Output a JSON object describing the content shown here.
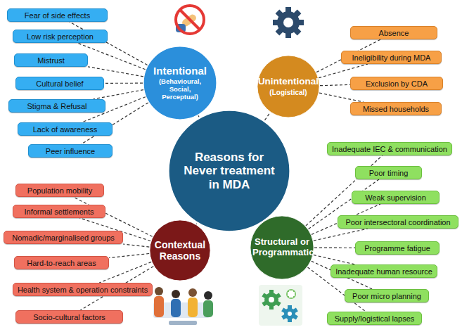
{
  "diagram": {
    "nodes": [
      {
        "text": [
          "Reasons for Never treatment in MDA"
        ]
      },
      {
        "text": [
          "Intentional",
          "(Behavioural, Social, Perceptual)"
        ]
      },
      {
        "text": [
          "Fear of side effects"
        ]
      },
      {
        "text": [
          "Low risk perception"
        ]
      },
      {
        "text": [
          "Mistrust"
        ]
      },
      {
        "text": [
          "Cultural belief"
        ]
      },
      {
        "text": [
          "Stigma & Refusal"
        ]
      },
      {
        "text": [
          "Lack of awareness"
        ]
      },
      {
        "text": [
          "Peer influence"
        ]
      },
      {
        "text": [
          "Unintentional",
          "(Logistical)"
        ]
      },
      {
        "text": [
          "Absence"
        ]
      },
      {
        "text": [
          "Ineligibility during MDA"
        ]
      },
      {
        "text": [
          "Exclusion by CDA"
        ]
      },
      {
        "text": [
          "Missed households"
        ]
      },
      {
        "text": [
          "Contextual Reasons"
        ]
      },
      {
        "text": [
          "Population mobility"
        ]
      },
      {
        "text": [
          "Informal settlements"
        ]
      },
      {
        "text": [
          "Nomadic/marginalised groups"
        ]
      },
      {
        "text": [
          "Hard-to-reach areas"
        ]
      },
      {
        "text": [
          "Health system & operation constraints"
        ]
      },
      {
        "text": [
          "Socio-cultural factors"
        ]
      },
      {
        "text": [
          "Structural or Programmatic"
        ]
      },
      {
        "text": [
          "Inadequate IEC & communication"
        ]
      },
      {
        "text": [
          "Poor timing"
        ]
      },
      {
        "text": [
          "Weak supervision"
        ]
      },
      {
        "text": [
          "Poor intersectoral coordination"
        ]
      },
      {
        "text": [
          "Programme fatigue"
        ]
      },
      {
        "text": [
          "Inadequate human resource"
        ]
      },
      {
        "text": [
          "Poor micro planning"
        ]
      },
      {
        "text": [
          "Supply/logistical lapses"
        ]
      }
    ],
    "edges": [
      {
        "from": 0,
        "to": 1,
        "arrow": "none"
      },
      {
        "from": 0,
        "to": 9,
        "arrow": "none"
      },
      {
        "from": 0,
        "to": 14,
        "arrow": "none"
      },
      {
        "from": 0,
        "to": 21,
        "arrow": "none"
      },
      {
        "from": 1,
        "to": 2,
        "arrow": "none"
      },
      {
        "from": 1,
        "to": 3,
        "arrow": "none"
      },
      {
        "from": 1,
        "to": 4,
        "arrow": "none"
      },
      {
        "from": 1,
        "to": 5,
        "arrow": "none"
      },
      {
        "from": 1,
        "to": 6,
        "arrow": "none"
      },
      {
        "from": 1,
        "to": 7,
        "arrow": "none"
      },
      {
        "from": 1,
        "to": 8,
        "arrow": "none"
      },
      {
        "from": 9,
        "to": 10,
        "arrow": "none"
      },
      {
        "from": 9,
        "to": 11,
        "arrow": "none"
      },
      {
        "from": 9,
        "to": 12,
        "arrow": "none"
      },
      {
        "from": 9,
        "to": 13,
        "arrow": "none"
      },
      {
        "from": 14,
        "to": 15,
        "arrow": "none"
      },
      {
        "from": 14,
        "to": 16,
        "arrow": "none"
      },
      {
        "from": 14,
        "to": 17,
        "arrow": "none"
      },
      {
        "from": 14,
        "to": 18,
        "arrow": "none"
      },
      {
        "from": 14,
        "to": 19,
        "arrow": "none"
      },
      {
        "from": 14,
        "to": 20,
        "arrow": "none"
      },
      {
        "from": 21,
        "to": 22,
        "arrow": "none"
      },
      {
        "from": 21,
        "to": 23,
        "arrow": "none"
      },
      {
        "from": 21,
        "to": 24,
        "arrow": "none"
      },
      {
        "from": 21,
        "to": 25,
        "arrow": "none"
      },
      {
        "from": 21,
        "to": 26,
        "arrow": "none"
      },
      {
        "from": 21,
        "to": 27,
        "arrow": "none"
      },
      {
        "from": 21,
        "to": 28,
        "arrow": "none"
      },
      {
        "from": 21,
        "to": 29,
        "arrow": "none"
      }
    ]
  }
}
